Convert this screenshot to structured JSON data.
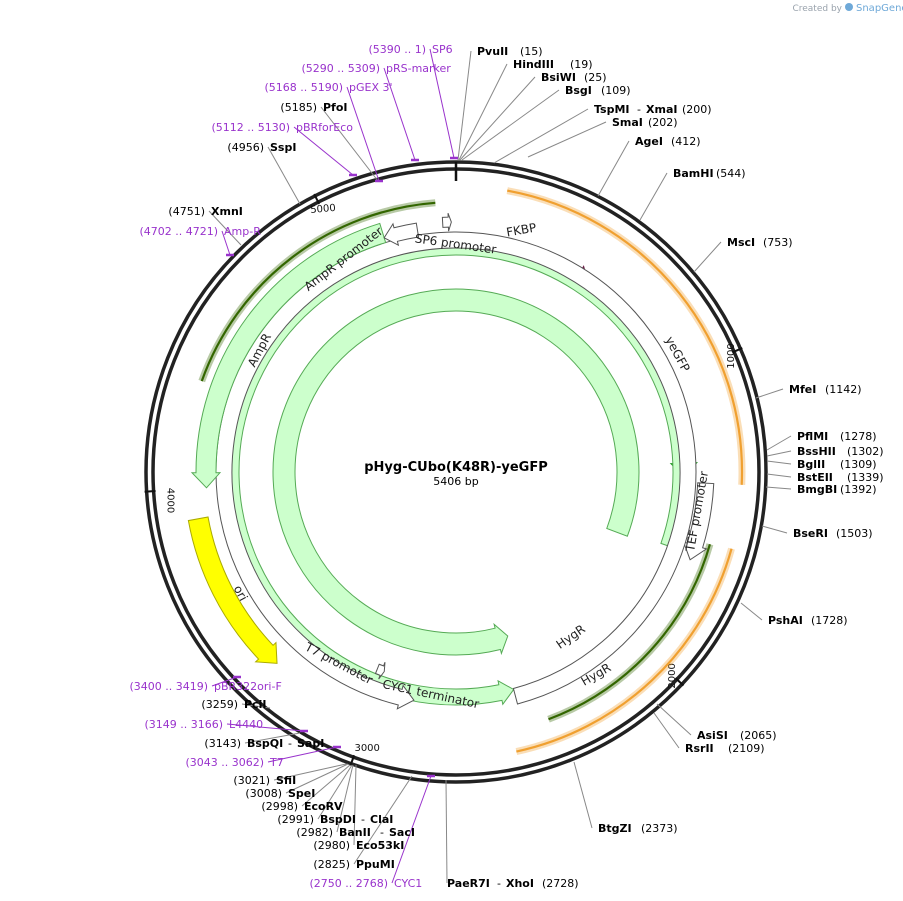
{
  "watermark": {
    "prefix": "Created by",
    "brand": "SnapGene"
  },
  "plasmid": {
    "name": "pHyg-CUbo(K48R)-yeGFP",
    "length": 5406,
    "length_label": "5406 bp"
  },
  "ticks": [
    {
      "pos": 1000,
      "label": "1000"
    },
    {
      "pos": 2000,
      "label": "2000"
    },
    {
      "pos": 3000,
      "label": "3000"
    },
    {
      "pos": 4000,
      "label": "4000"
    },
    {
      "pos": 5000,
      "label": "5000"
    }
  ],
  "enzymes": [
    {
      "name": "PvuII",
      "pos": "(15)",
      "kind": "enzyme"
    },
    {
      "name": "HindIII",
      "pos": "(19)",
      "kind": "enzyme"
    },
    {
      "name": "BsiWI",
      "pos": "(25)",
      "kind": "enzyme"
    },
    {
      "name": "BsgI",
      "pos": "(109)",
      "kind": "enzyme"
    },
    {
      "name": "TspMI",
      "name2": "XmaI",
      "pos": "(200)",
      "kind": "enzyme"
    },
    {
      "name": "SmaI",
      "pos": "(202)",
      "kind": "enzyme"
    },
    {
      "name": "AgeI",
      "pos": "(412)",
      "kind": "enzyme"
    },
    {
      "name": "BamHI",
      "pos": "(544)",
      "kind": "enzyme"
    },
    {
      "name": "MscI",
      "pos": "(753)",
      "kind": "enzyme"
    },
    {
      "name": "MfeI",
      "pos": "(1142)",
      "kind": "enzyme"
    },
    {
      "name": "PflMI",
      "pos": "(1278)",
      "kind": "enzyme"
    },
    {
      "name": "BssHII",
      "pos": "(1302)",
      "kind": "enzyme"
    },
    {
      "name": "BglII",
      "pos": "(1309)",
      "kind": "enzyme"
    },
    {
      "name": "BstEII",
      "pos": "(1339)",
      "kind": "enzyme"
    },
    {
      "name": "BmgBI",
      "pos": "(1392)",
      "kind": "enzyme"
    },
    {
      "name": "BseRI",
      "pos": "(1503)",
      "kind": "enzyme"
    },
    {
      "name": "PshAI",
      "pos": "(1728)",
      "kind": "enzyme"
    },
    {
      "name": "AsiSI",
      "pos": "(2065)",
      "kind": "enzyme"
    },
    {
      "name": "RsrII",
      "pos": "(2109)",
      "kind": "enzyme"
    },
    {
      "name": "BtgZI",
      "pos": "(2373)",
      "kind": "enzyme"
    },
    {
      "name": "PaeR7I",
      "name2": "XhoI",
      "pos": "(2728)",
      "kind": "enzyme"
    },
    {
      "name": "CYC1",
      "pos": "(2750 .. 2768)",
      "kind": "primer"
    },
    {
      "name": "PpuMI",
      "pos": "(2825)",
      "kind": "enzyme"
    },
    {
      "name": "Eco53kI",
      "pos": "(2980)",
      "kind": "enzyme"
    },
    {
      "name": "BanII",
      "name2": "SacI",
      "pos": "(2982)",
      "kind": "enzyme"
    },
    {
      "name": "BspDI",
      "name2": "ClaI",
      "pos": "(2991)",
      "kind": "enzyme"
    },
    {
      "name": "EcoRV",
      "pos": "(2998)",
      "kind": "enzyme"
    },
    {
      "name": "SpeI",
      "pos": "(3008)",
      "kind": "enzyme"
    },
    {
      "name": "SfiI",
      "pos": "(3021)",
      "kind": "enzyme"
    },
    {
      "name": "T7",
      "pos": "(3043 .. 3062)",
      "kind": "primer"
    },
    {
      "name": "BspQI",
      "name2": "SapI",
      "pos": "(3143)",
      "kind": "enzyme"
    },
    {
      "name": "L4440",
      "pos": "(3149 .. 3166)",
      "kind": "primer"
    },
    {
      "name": "PciI",
      "pos": "(3259)",
      "kind": "enzyme"
    },
    {
      "name": "pBR322ori-F",
      "pos": "(3400 .. 3419)",
      "kind": "primer"
    },
    {
      "name": "Amp-R",
      "pos": "(4702 .. 4721)",
      "kind": "primer"
    },
    {
      "name": "XmnI",
      "pos": "(4751)",
      "kind": "enzyme"
    },
    {
      "name": "SspI",
      "pos": "(4956)",
      "kind": "enzyme"
    },
    {
      "name": "pBRforEco",
      "pos": "(5112 .. 5130)",
      "kind": "primer"
    },
    {
      "name": "PfoI",
      "pos": "(5185)",
      "kind": "enzyme"
    },
    {
      "name": "pGEX 3'",
      "pos": "(5168 .. 5190)",
      "kind": "primer"
    },
    {
      "name": "pRS-marker",
      "pos": "(5290 .. 5309)",
      "kind": "primer"
    },
    {
      "name": "SP6",
      "pos": "(5390 .. 1)",
      "kind": "primer"
    }
  ],
  "features": [
    {
      "name": "FKBP",
      "color": "#993366"
    },
    {
      "name": "yeGFP",
      "color": "#00ff00"
    },
    {
      "name": "TEF promoter",
      "color": "#ffffff"
    },
    {
      "name": "HygR",
      "color": "#ccffcc"
    },
    {
      "name": "HygR",
      "color": "#ccffcc"
    },
    {
      "name": "CYC1 terminator",
      "color": "#ffffff"
    },
    {
      "name": "T7 promoter",
      "color": "#ffffff"
    },
    {
      "name": "ori",
      "color": "#ffff00"
    },
    {
      "name": "AmpR",
      "color": "#ccffcc"
    },
    {
      "name": "AmpR promoter",
      "color": "#ffffff"
    },
    {
      "name": "SP6 promoter",
      "color": "#ffffff"
    }
  ],
  "colors": {
    "enzyme": "#000000",
    "primer": "#9933cc",
    "orf_outline": "#f0a030",
    "orf_green": "#336600"
  }
}
